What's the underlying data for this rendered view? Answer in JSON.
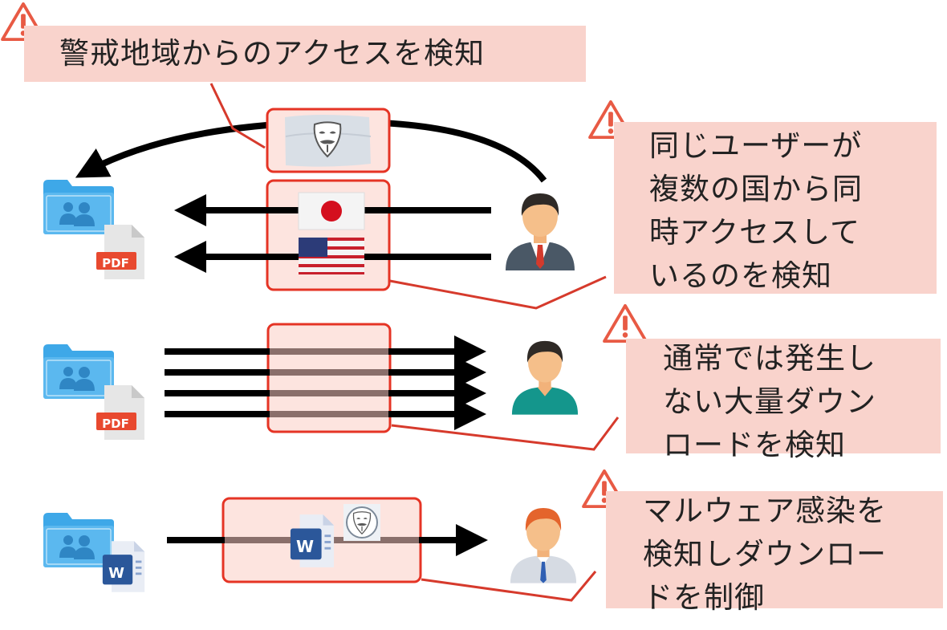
{
  "callouts": {
    "outside_region": {
      "lines": [
        "警戒地域からのアクセスを検知"
      ]
    },
    "multi_country": {
      "lines": [
        "同じユーザーが",
        "複数の国から同",
        "時アクセスして",
        "いるのを検知"
      ]
    },
    "mass_download": {
      "lines": [
        "通常では発生し",
        "ない大量ダウン",
        "ロードを検知"
      ]
    },
    "malware": {
      "lines": [
        "マルウェア感染を",
        "検知しダウンロー",
        "ドを制御"
      ]
    }
  },
  "file_badges": {
    "pdf": "PDF",
    "word": "W"
  },
  "colors": {
    "callout_fill": "#f9d3cc",
    "box_border": "#e53425",
    "box_fill": "#fde4df",
    "warning": "#e85a44",
    "folder": "#3ea8e8",
    "pdf_red": "#e8492f",
    "word_blue": "#2b579a"
  },
  "icons": [
    "warning-icon",
    "folder-users-icon",
    "pdf-file-icon",
    "word-file-icon",
    "user-avatar-icon",
    "japan-flag-icon",
    "usa-flag-icon",
    "anonymous-mask-flag-icon"
  ]
}
